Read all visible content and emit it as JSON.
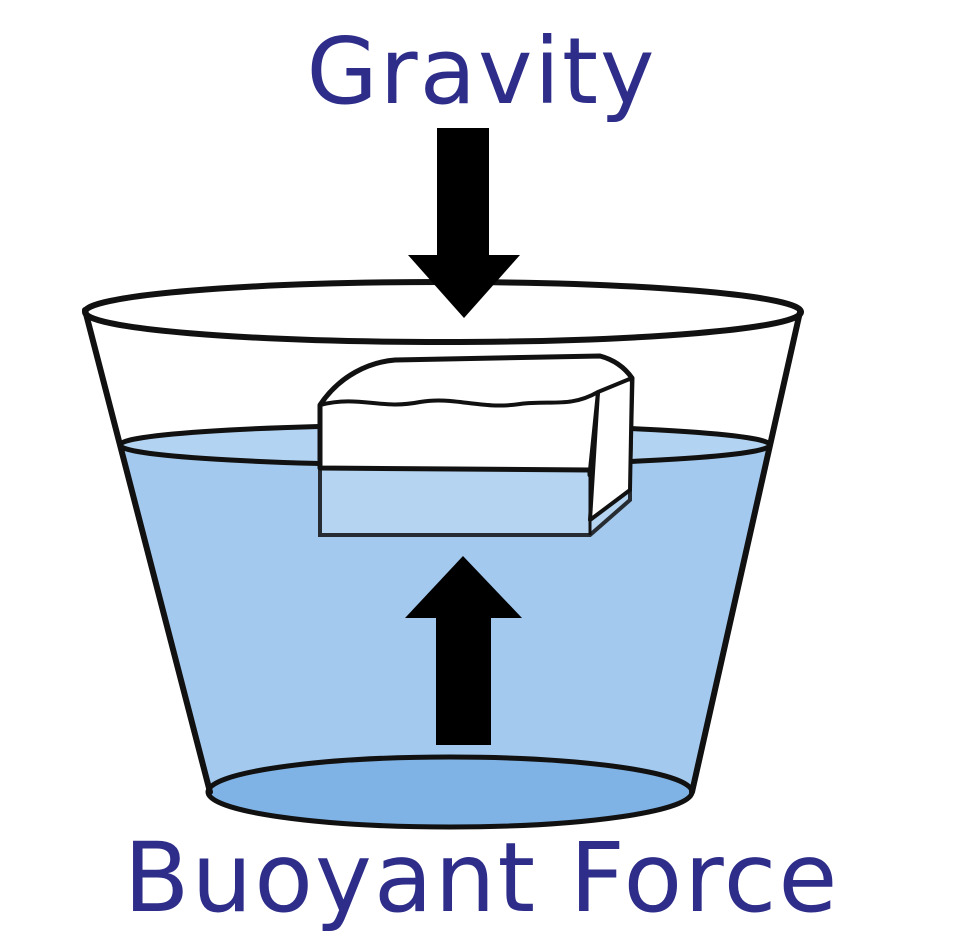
{
  "diagram": {
    "top_label": "Gravity",
    "bottom_label": "Buoyant Force",
    "colors": {
      "label_text": "#2e2e8a",
      "water": "#a3c9ef",
      "water_dark": "#7fb2e5",
      "outline": "#111111",
      "arrow": "#000000"
    },
    "icons": {
      "gravity_arrow": "arrow-down",
      "buoyant_arrow": "arrow-up"
    }
  }
}
